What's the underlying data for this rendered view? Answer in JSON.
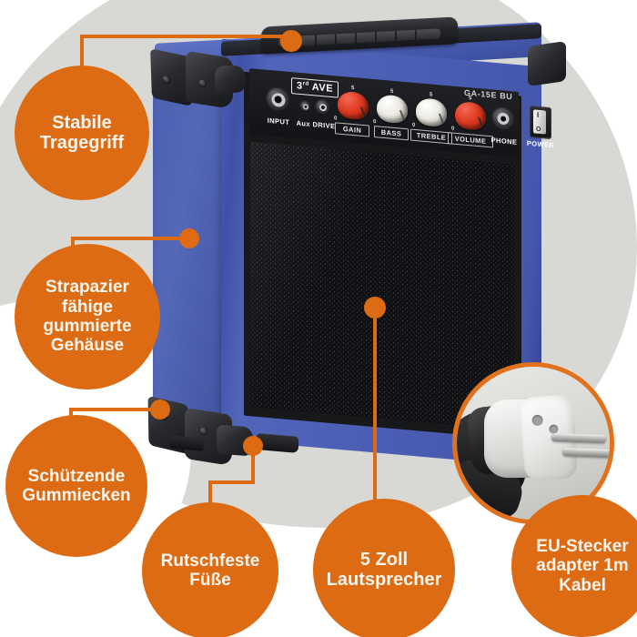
{
  "theme": {
    "accent": "#dd6b13",
    "accent_ring": "#e2711c",
    "background": "#ffffff",
    "blob": "#d8d9d4",
    "cabinet_blue": "#4a5cb0",
    "knob_red": "#e03b22",
    "knob_white": "#eceae3"
  },
  "product": {
    "brand": "3",
    "brand_sup": "rd",
    "brand_word": "AVE",
    "model": "GA-15E BU",
    "controls": [
      {
        "name": "input-jack",
        "label": "INPUT",
        "type": "jack"
      },
      {
        "name": "aux-drive",
        "label": "Aux DRIVE",
        "type": "mini-jack"
      },
      {
        "name": "gain-knob",
        "label": "GAIN",
        "type": "knob",
        "color": "red",
        "min": "0",
        "max": "5"
      },
      {
        "name": "bass-knob",
        "label": "BASS",
        "type": "knob",
        "color": "white",
        "min": "0",
        "max": "5"
      },
      {
        "name": "treble-knob",
        "label": "TREBLE",
        "type": "knob",
        "color": "white",
        "min": "0",
        "max": "5"
      },
      {
        "name": "volume-knob",
        "label": "VOLUME",
        "type": "knob",
        "color": "red",
        "min": "0",
        "max": "5"
      },
      {
        "name": "phone-jack",
        "label": "PHONE",
        "type": "jack"
      },
      {
        "name": "power-switch",
        "label": "POWER",
        "type": "switch"
      }
    ]
  },
  "callouts": [
    {
      "id": "handle",
      "line1": "Stabile",
      "line2": "Tragegriff",
      "line3": "",
      "line4": ""
    },
    {
      "id": "housing",
      "line1": "Strapazier",
      "line2": "fähige",
      "line3": "gummierte",
      "line4": "Gehäuse"
    },
    {
      "id": "corners",
      "line1": "Schützende",
      "line2": "Gummiecken",
      "line3": "",
      "line4": ""
    },
    {
      "id": "feet",
      "line1": "Rutschfeste",
      "line2": "Füße",
      "line3": "",
      "line4": ""
    },
    {
      "id": "speaker",
      "line1": "5 Zoll",
      "line2": "Lautsprecher",
      "line3": "",
      "line4": ""
    },
    {
      "id": "plug",
      "line1": "EU-Stecker",
      "line2": "adapter 1m",
      "line3": "Kabel",
      "line4": ""
    }
  ]
}
